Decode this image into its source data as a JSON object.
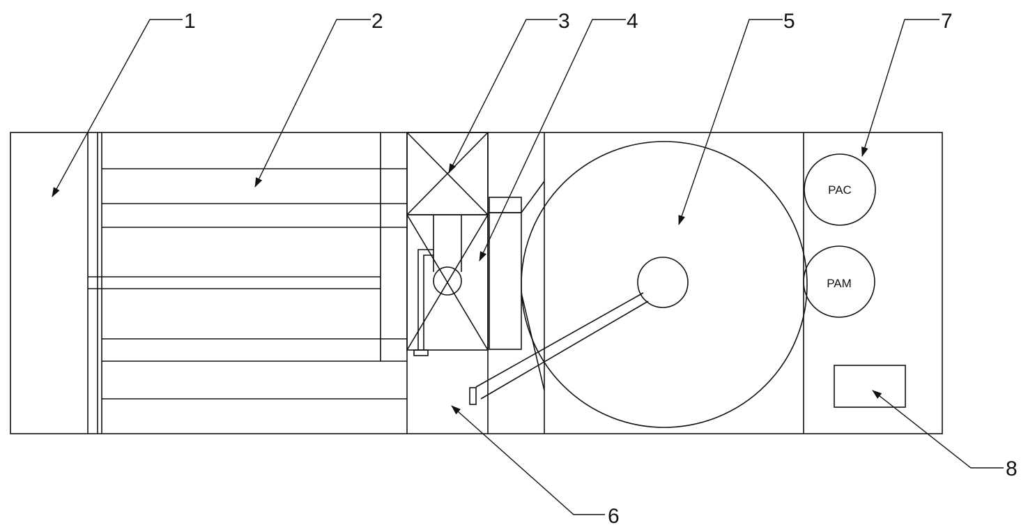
{
  "callouts": [
    {
      "id": "1",
      "label": "1"
    },
    {
      "id": "2",
      "label": "2"
    },
    {
      "id": "3",
      "label": "3"
    },
    {
      "id": "4",
      "label": "4"
    },
    {
      "id": "5",
      "label": "5"
    },
    {
      "id": "6",
      "label": "6"
    },
    {
      "id": "7",
      "label": "7"
    },
    {
      "id": "8",
      "label": "8"
    }
  ],
  "tanks": {
    "pac": "PAC",
    "pam": "PAM"
  }
}
